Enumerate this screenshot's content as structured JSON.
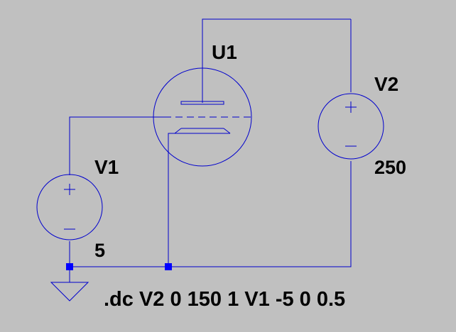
{
  "schematic": {
    "tube": {
      "ref": "U1"
    },
    "sources": [
      {
        "ref": "V1",
        "value": "5"
      },
      {
        "ref": "V2",
        "value": "250"
      }
    ],
    "directive": ".dc V2 0 150 1 V1 -5 0 0.5"
  },
  "colors": {
    "background": "#c0c0c0",
    "wire": "#0000cd",
    "symbol": "#0000cd",
    "junction": "#0000ff",
    "text": "#000000"
  }
}
